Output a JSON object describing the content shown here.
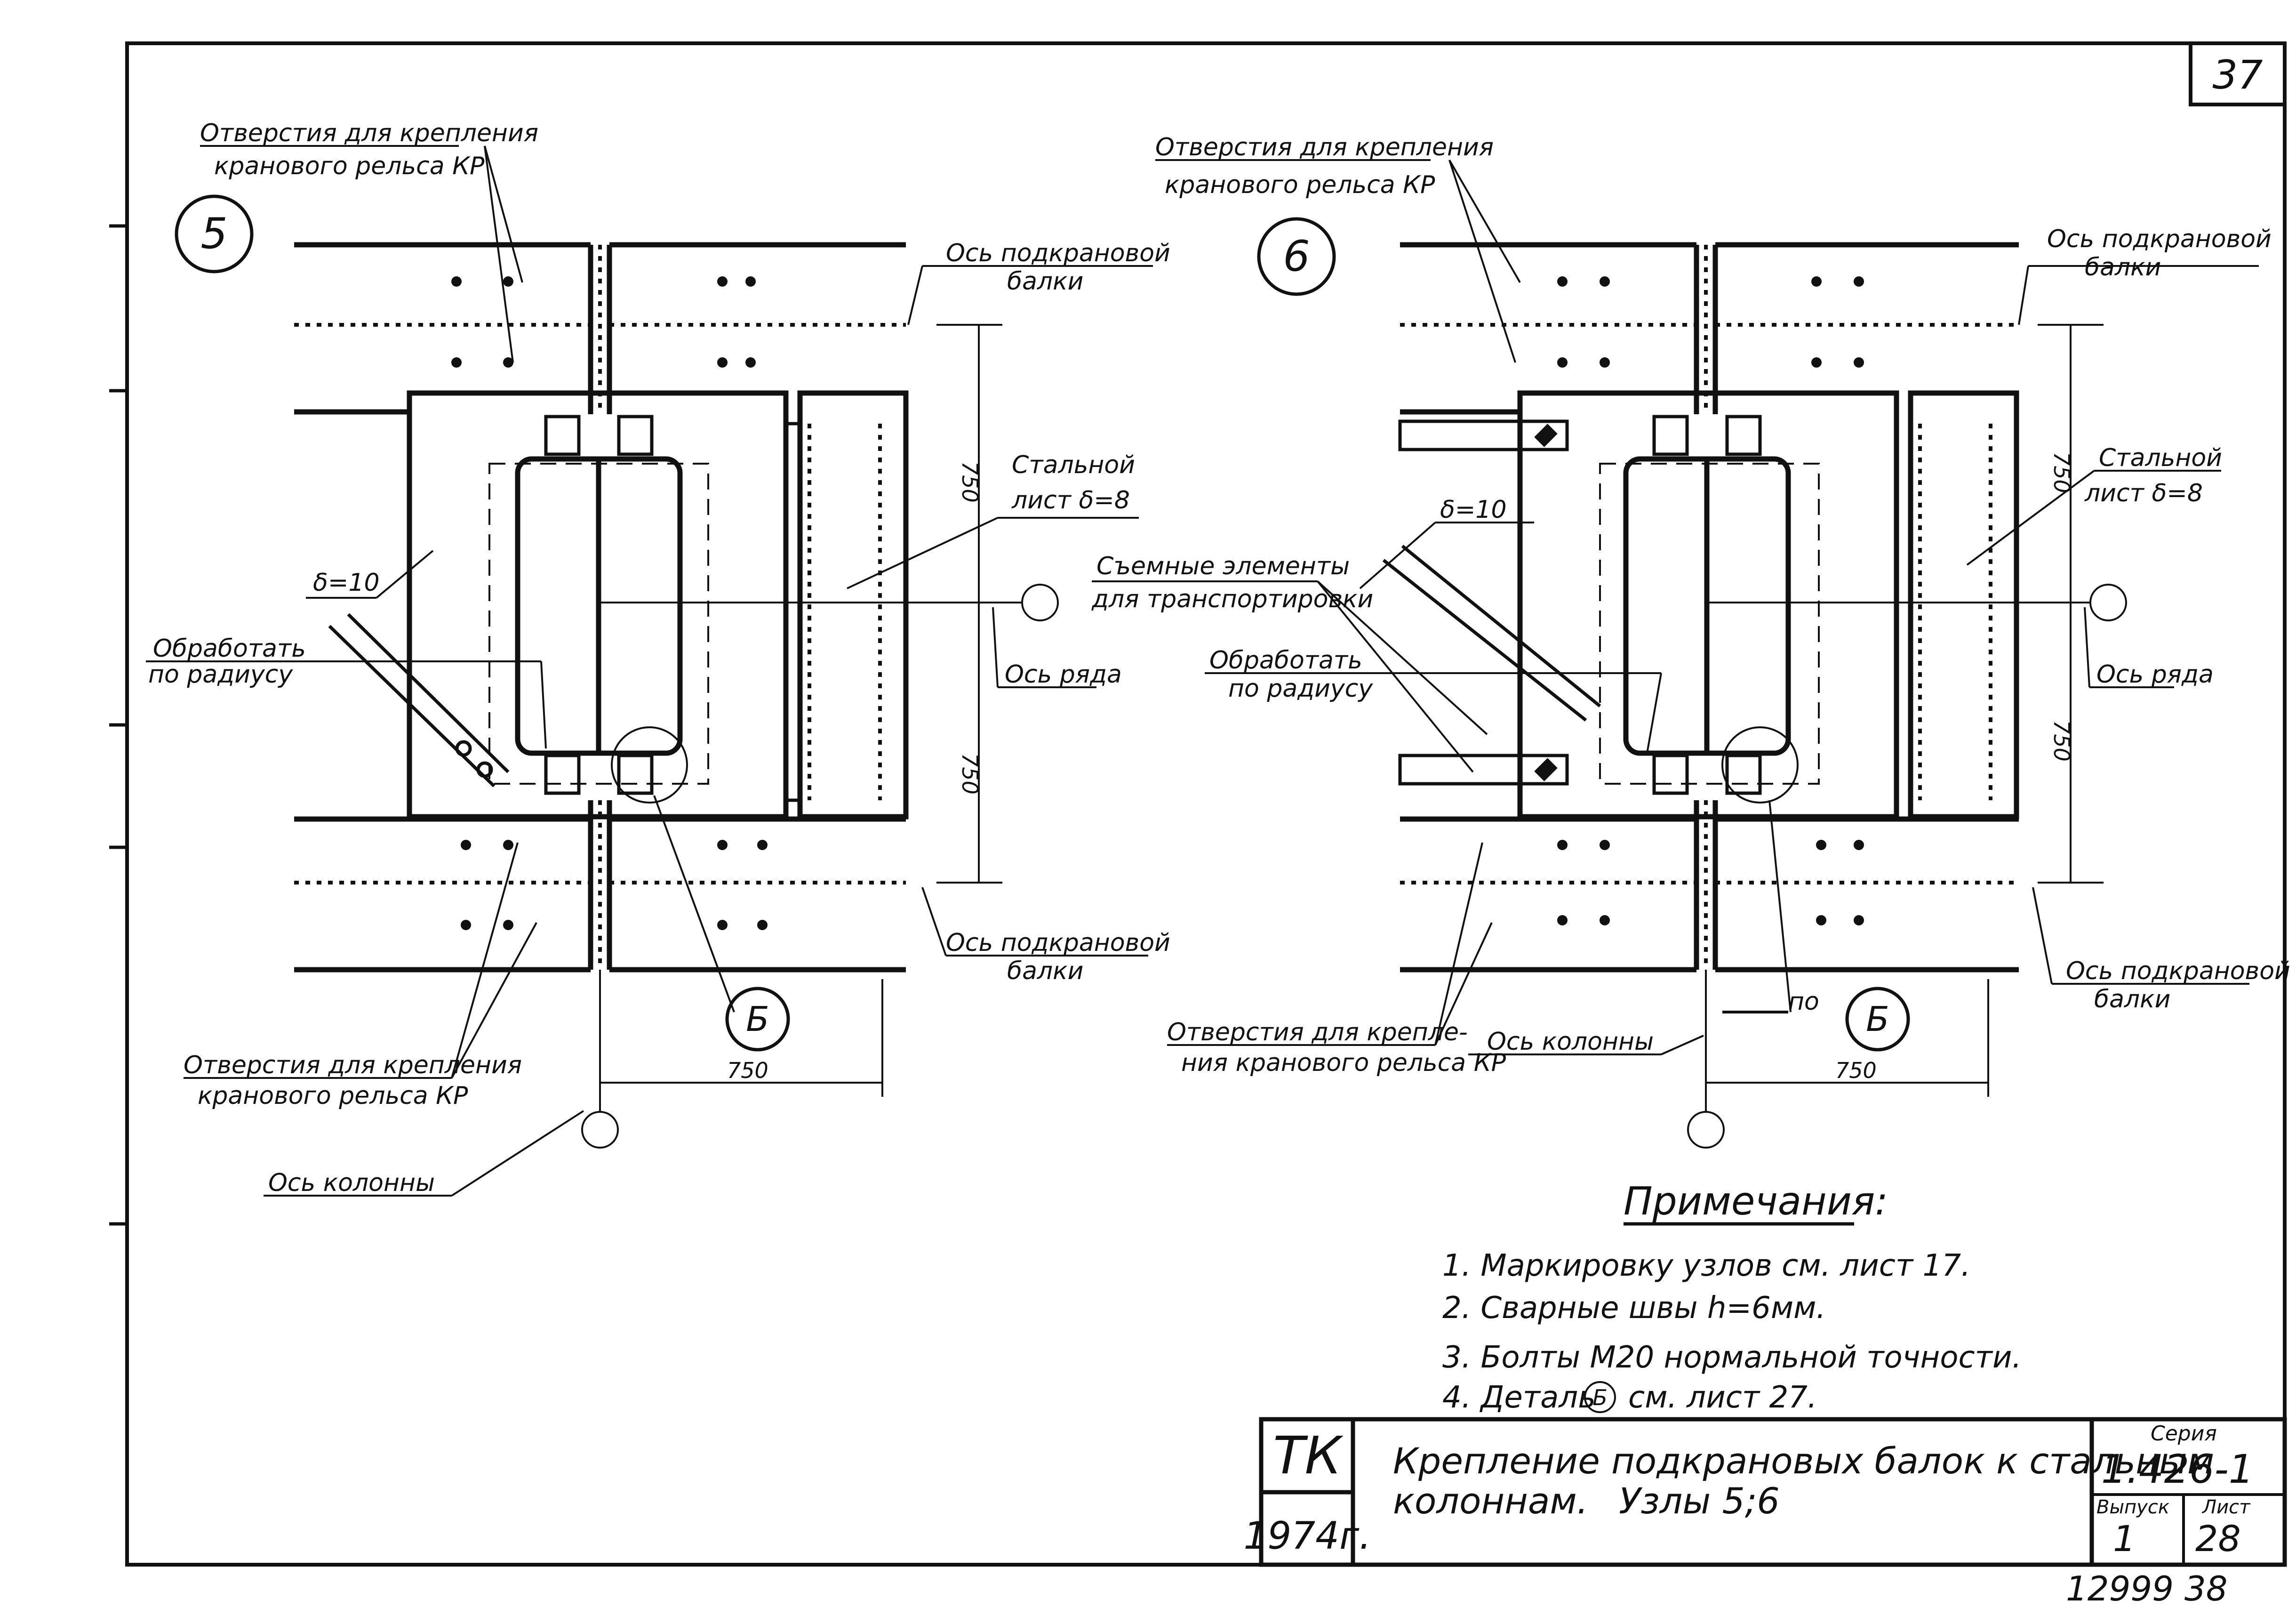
{
  "sheet_number": "37",
  "bottom_code": "12999 38",
  "colors": {
    "ink": "#111111",
    "paper": "#ffffff"
  },
  "node5": {
    "id": "5",
    "holes_top": [
      "Отверстия для крепления",
      "кранового рельса КР"
    ],
    "beam_axis_top": [
      "Ось подкрановой",
      "балки"
    ],
    "steel_sheet": [
      "Стальной",
      "лист δ=8"
    ],
    "plate": "δ=10",
    "process": [
      "Обработать",
      "по радиусу"
    ],
    "row_axis": "Ось ряда",
    "beam_axis_bottom": [
      "Ось подкрановой",
      "балки"
    ],
    "holes_bottom": [
      "Отверстия для крепления",
      "кранового рельса КР"
    ],
    "column_axis": "Ось колонны",
    "detail": "Б",
    "dim_vert_top": "750",
    "dim_vert_bottom": "750",
    "dim_horiz": "750"
  },
  "node6": {
    "id": "6",
    "holes_top": [
      "Отверстия для крепления",
      "кранового рельса КР"
    ],
    "beam_axis_top": [
      "Ось подкрановой",
      "балки"
    ],
    "steel_sheet": [
      "Стальной",
      "лист δ=8"
    ],
    "plate": "δ=10",
    "removable": [
      "Съемные элементы",
      "для транспортировки"
    ],
    "process": [
      "Обработать",
      "по радиусу"
    ],
    "row_axis": "Ось ряда",
    "beam_axis_bottom": [
      "Ось подкрановой",
      "балки"
    ],
    "holes_bottom": [
      "Отверстия для крепле-",
      "ния кранового рельса КР"
    ],
    "column_axis": "Ось колонны",
    "detail_prefix": "по",
    "detail": "Б",
    "dim_vert_top": "750",
    "dim_vert_bottom": "750",
    "dim_horiz": "750"
  },
  "notes": {
    "title": "Примечания:",
    "items": [
      "1. Маркировку узлов см. лист 17.",
      "2. Сварные швы h=6мм.",
      "3. Болты М20 нормальной точности.",
      "4. Деталь",
      "см. лист 27."
    ],
    "detail_ref": "Б"
  },
  "title_block": {
    "org": "ТК",
    "year": "1974г.",
    "title_line1": "Крепление подкрановых балок к стальным",
    "title_line2": "колоннам.",
    "nodes": "Узлы 5;6",
    "series_label": "Серия",
    "series": "1.426-1",
    "issue_label": "Выпуск",
    "issue": "1",
    "sheet_label": "Лист",
    "sheet": "28"
  }
}
